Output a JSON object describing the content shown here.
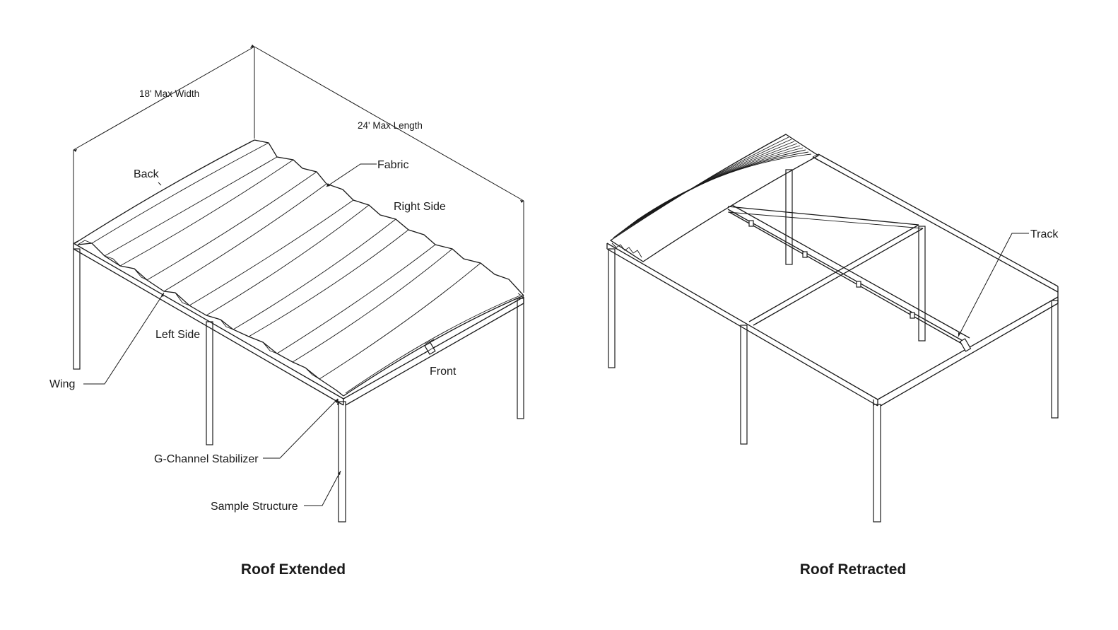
{
  "left_view": {
    "caption": "Roof Extended",
    "dimensions": {
      "width": "18' Max Width",
      "length": "24' Max Length"
    },
    "labels": {
      "back": "Back",
      "fabric": "Fabric",
      "right_side": "Right Side",
      "left_side": "Left Side",
      "wing": "Wing",
      "front": "Front",
      "g_channel": "G-Channel Stabilizer",
      "structure": "Sample Structure"
    }
  },
  "right_view": {
    "caption": "Roof Retracted",
    "labels": {
      "track": "Track"
    }
  }
}
